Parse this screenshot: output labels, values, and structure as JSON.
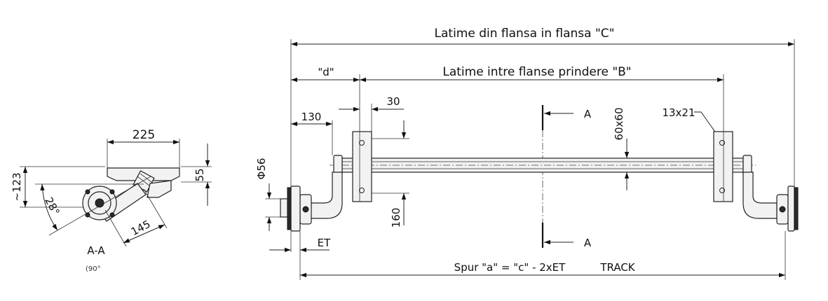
{
  "labels": {
    "width_c": "Latime din flansa in flansa \"C\"",
    "width_b": "Latime intre flanse prindere \"B\"",
    "d": "\"d\"",
    "dim_130": "130",
    "dim_30": "30",
    "section_a_top": "A",
    "section_a_bottom": "A",
    "dim_60x60": "60x60",
    "holes": "13x21",
    "dia_56": "Φ56",
    "dim_160": "160",
    "et": "ET",
    "track_formula": "Spur \"a\" = \"c\" - 2xET",
    "track": "TRACK",
    "dim_225": "225",
    "dim_123": "~123",
    "dim_55": "55",
    "angle_28": "28°",
    "dim_145": "145",
    "section_title": "A-A",
    "section_note": "(90°"
  }
}
